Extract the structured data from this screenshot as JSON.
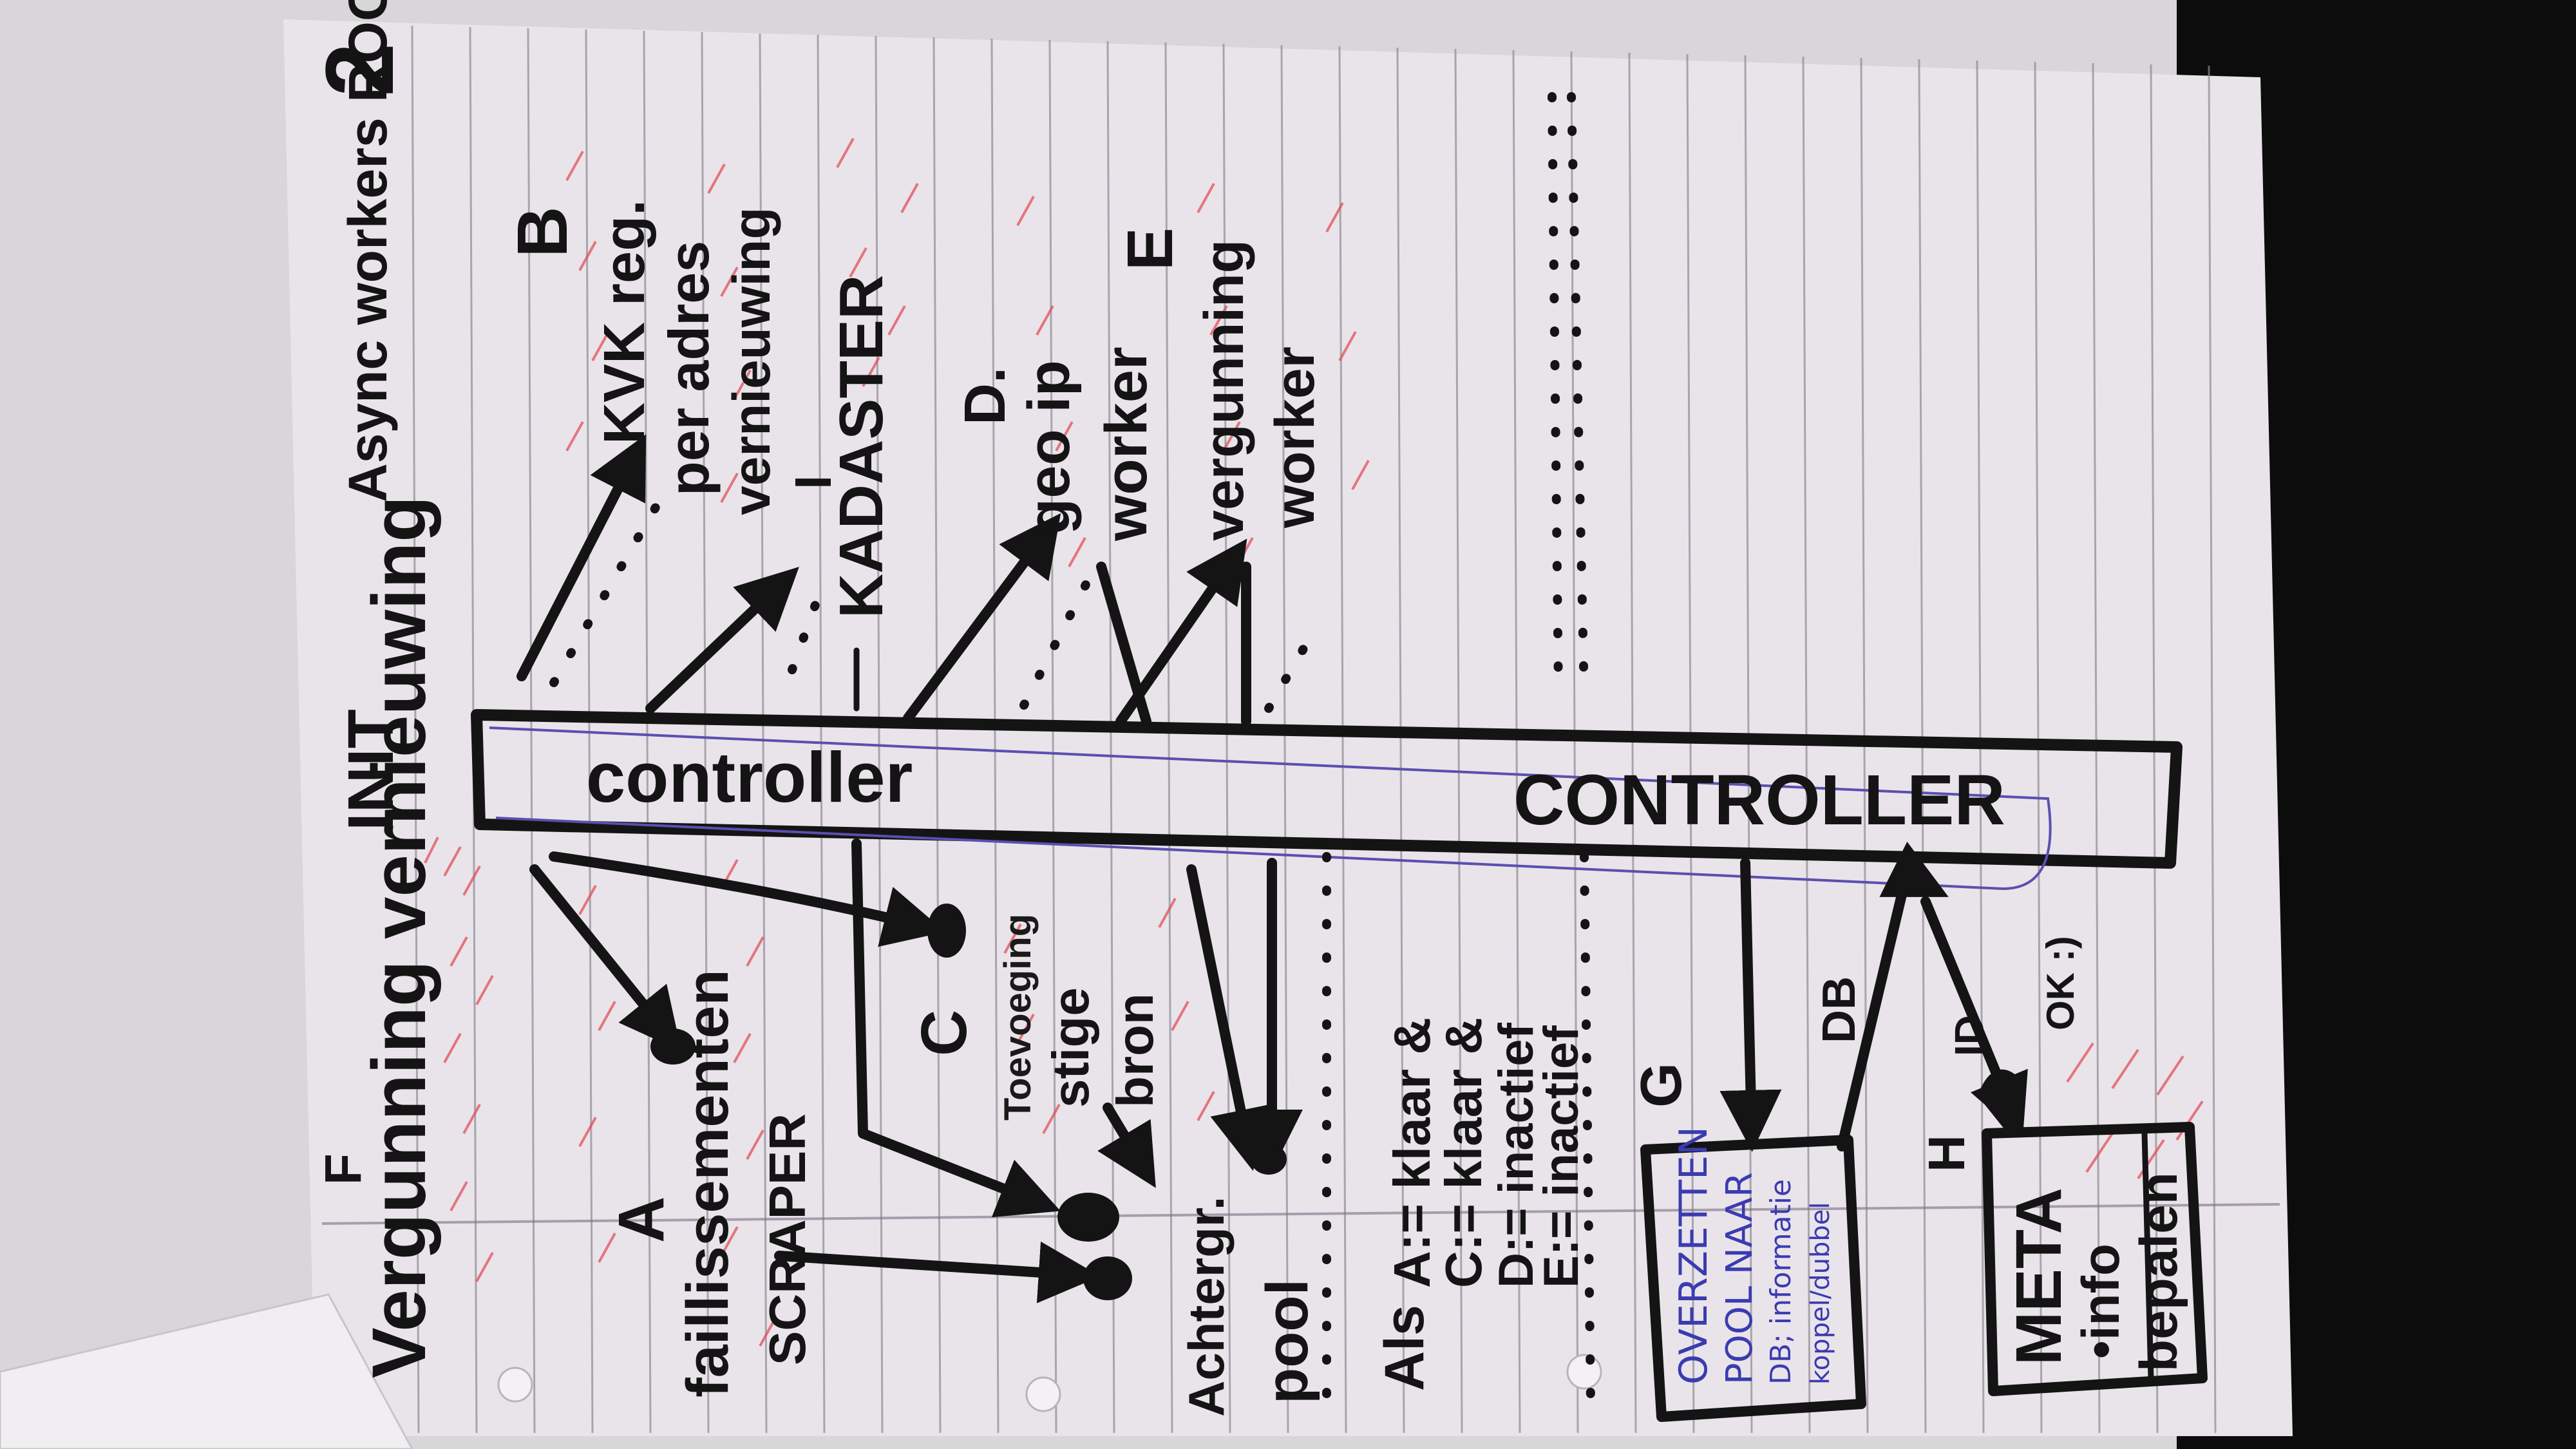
{
  "page": {
    "page_number": "2"
  },
  "header": {
    "left_title": "Vergunning vernieuwing",
    "left_tag": "F",
    "init_label": "INIT",
    "async_note": "Async workers ROOD!"
  },
  "controller": {
    "label_1": "controller",
    "label_2": "CONTROLLER"
  },
  "workers": {
    "a_tag": "A",
    "a_label_1": "faillissementen",
    "a_label_2": "SCRAPER",
    "b_tag": "B",
    "b_label_1": "KVK reg.",
    "b_label_2": "per adres",
    "b_label_3": "vernieuwing",
    "kadaster_tag": "I",
    "kadaster_label": "KADASTER",
    "c_tag": "C",
    "c_label_1": "Toevoeging",
    "c_label_2": "stige",
    "c_label_3": "bron",
    "d_tag": "D.",
    "d_label_1": "geo ip",
    "d_label_2": "worker",
    "e_tag": "E",
    "e_label_1": "vergunning",
    "e_label_2": "worker"
  },
  "pool": {
    "label_1": "Achtergr.",
    "label_2": "pool"
  },
  "conditions": {
    "prefix": "Als",
    "line_1": "A:= klaar &",
    "line_2": "C:= klaar &",
    "line_3": "D:= inactief",
    "line_4": "E:= inactief"
  },
  "transfer_box": {
    "tag": "G",
    "line_1": "OVERZETTEN",
    "line_2": "POOL NAAR",
    "line_3": "DB; informatie",
    "line_4": "koppel/dubbel"
  },
  "db_label": "DB",
  "meta_box": {
    "tag": "H",
    "line_1": "META",
    "line_2": "•info",
    "line_3": "bepalen",
    "id_label": "ID",
    "ok_label": "OK :)"
  }
}
